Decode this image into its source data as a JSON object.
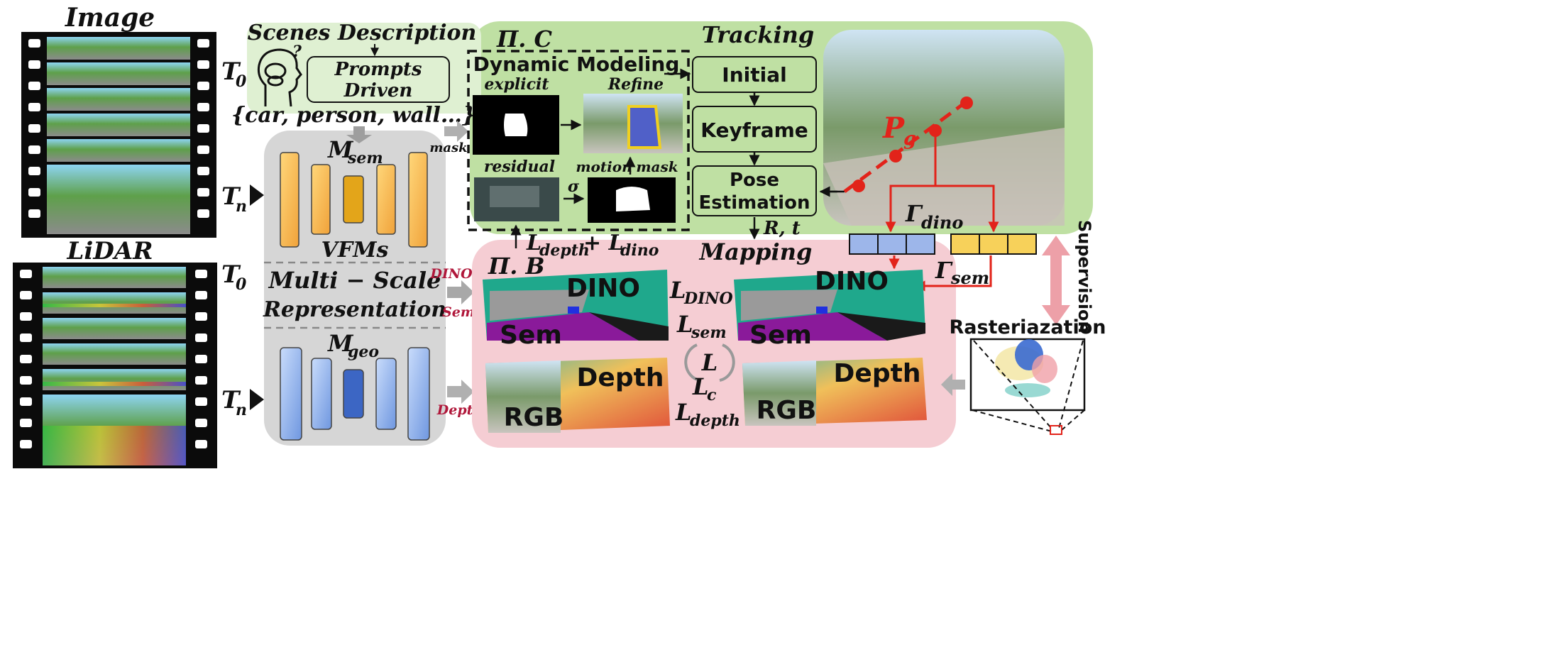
{
  "labels": {
    "image": "Image",
    "lidar": "LiDAR",
    "t0a": "T",
    "t0a_sub": "0",
    "tna": "T",
    "tna_sub": "n",
    "t0b": "T",
    "t0b_sub": "0",
    "tnb": "T",
    "tnb_sub": "n",
    "scenes_description": "Scenes Description",
    "prompts_line1": "Prompts",
    "prompts_line2": "Driven",
    "classes": "{car, person, wall…}",
    "question_mark": "?",
    "m_sem": "M",
    "m_sem_sub": "sem",
    "vfms": "VFMs",
    "multi_scale_1": "Multi − Scale",
    "multi_scale_2": "Representation",
    "m_geo": "M",
    "m_geo_sub": "geo",
    "mask": "mask",
    "dino_small": "DINO",
    "sem_small": "Sem",
    "depth_small": "Depth",
    "pi_c": "Π. C",
    "dynamic_modeling": "Dynamic Modeling",
    "explicit": "explicit",
    "refine": "Refine",
    "residual": "residual",
    "motion": "motion",
    "mask2": "mask",
    "sigma": "σ",
    "tracking": "Tracking",
    "initial": "Initial",
    "keyframe": "Keyframe",
    "pose_1": "Pose",
    "pose_2": "Estimation",
    "rt": "R, t",
    "loss_depth_dino": "L",
    "loss_depth_sub": "depth",
    "plus": " + L",
    "loss_dino_sub": "dino",
    "pi_b": "Π. B",
    "mapping": "Mapping",
    "dino_big_1": "DINO",
    "sem_big_1": "Sem",
    "dino_big_2": "DINO",
    "sem_big_2": "Sem",
    "depth_big_1": "Depth",
    "rgb_big_1": "RGB",
    "depth_big_2": "Depth",
    "rgb_big_2": "RGB",
    "l_dino": "L",
    "l_dino_sub": "DINO",
    "l_sem": "L",
    "l_sem_sub": "sem",
    "l_center": "L",
    "l_c": "L",
    "l_c_sub": "c",
    "l_depth": "L",
    "l_depth_sub": "depth",
    "p_g": "P",
    "p_g_sub": "g",
    "gamma_dino": "Γ",
    "gamma_dino_sub": "dino",
    "gamma_sem": "Γ",
    "gamma_sem_sub": "sem",
    "supervision": "Supervision",
    "rasterization": "Rasteriazation"
  },
  "colors": {
    "green_panel": "#bfe0a3",
    "light_green": "#dff0d2",
    "pink_panel": "#f5cdd3",
    "gray_panel": "#d6d6d6",
    "orange_bar": "#f5b03a",
    "blue_bar": "#8fb0e8",
    "dino_cell": "#9db6ea",
    "sem_cell": "#f7d15a",
    "red": "#e2231a",
    "supervision_arrow": "#eda0a8"
  }
}
